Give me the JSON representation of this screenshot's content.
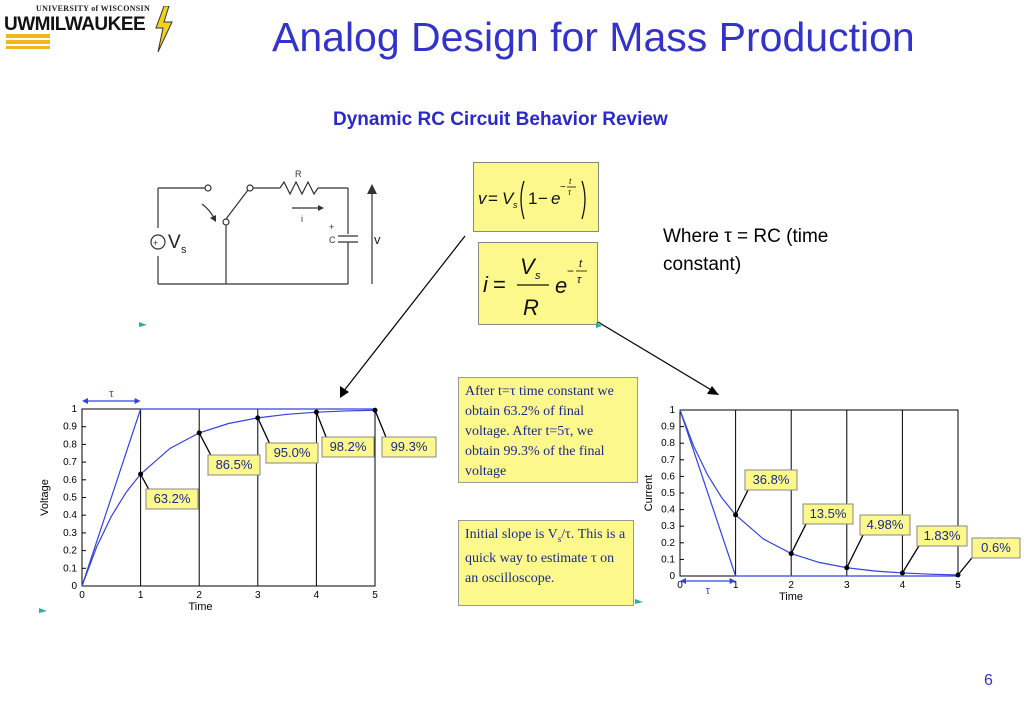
{
  "header": {
    "title": "Analog Design for Mass Production",
    "subtitle": "Dynamic RC Circuit Behavior Review",
    "logo_top": "UNIVERSITY of WISCONSIN",
    "logo_main": "UWMILWAUKEE"
  },
  "circuit": {
    "source_label": "V",
    "source_sub": "s",
    "resistor_label": "R",
    "current_label": "i",
    "cap_plus": "+",
    "cap_label": "C",
    "voltage_label": "v"
  },
  "where_text": "Where τ = RC (time constant)",
  "notes": {
    "time_constant": "After t=τ time constant we obtain 63.2% of final voltage. After t=5τ, we obtain 99.3% of the final voltage",
    "slope_line1": "Initial slope is V",
    "slope_sub": "s",
    "slope_line2": "/τ. This is a quick way to estimate τ on an oscilloscope."
  },
  "voltage_callouts": [
    "63.2%",
    "86.5%",
    "95.0%",
    "98.2%",
    "99.3%"
  ],
  "current_callouts": [
    "36.8%",
    "13.5%",
    "4.98%",
    "1.83%",
    "0.6%"
  ],
  "page_number": "6",
  "chart_data": [
    {
      "type": "line",
      "xlabel": "Time",
      "ylabel": "Voltage",
      "xlim": [
        0,
        5
      ],
      "ylim": [
        0,
        1
      ],
      "x_ticks": [
        "0",
        "1",
        "2",
        "3",
        "4",
        "5"
      ],
      "y_ticks": [
        "0",
        "0.1",
        "0.2",
        "0.3",
        "0.4",
        "0.5",
        "0.6",
        "0.7",
        "0.8",
        "0.9",
        "1"
      ],
      "tau_label": "τ",
      "series": [
        {
          "x": [
            0,
            0.25,
            0.5,
            0.75,
            1,
            1.5,
            2,
            2.5,
            3,
            3.5,
            4,
            4.5,
            5
          ],
          "y": [
            0,
            0.221,
            0.393,
            0.528,
            0.632,
            0.777,
            0.865,
            0.918,
            0.95,
            0.97,
            0.982,
            0.989,
            0.993
          ]
        },
        {
          "x": [
            0,
            1,
            5
          ],
          "y": [
            0,
            1,
            1
          ]
        }
      ],
      "annotations": [
        {
          "x": 1,
          "y": 0.632,
          "text": "63.2%"
        },
        {
          "x": 2,
          "y": 0.865,
          "text": "86.5%"
        },
        {
          "x": 3,
          "y": 0.95,
          "text": "95.0%"
        },
        {
          "x": 4,
          "y": 0.982,
          "text": "98.2%"
        },
        {
          "x": 5,
          "y": 0.993,
          "text": "99.3%"
        }
      ]
    },
    {
      "type": "line",
      "xlabel": "Time",
      "ylabel": "Current",
      "xlim": [
        0,
        5
      ],
      "ylim": [
        0,
        1
      ],
      "x_ticks": [
        "0",
        "1",
        "2",
        "3",
        "4",
        "5"
      ],
      "y_ticks": [
        "0",
        "0.1",
        "0.2",
        "0.3",
        "0.4",
        "0.5",
        "0.6",
        "0.7",
        "0.8",
        "0.9",
        "1"
      ],
      "tau_label": "τ",
      "series": [
        {
          "x": [
            0,
            0.25,
            0.5,
            0.75,
            1,
            1.5,
            2,
            2.5,
            3,
            3.5,
            4,
            4.5,
            5
          ],
          "y": [
            1,
            0.779,
            0.607,
            0.472,
            0.368,
            0.223,
            0.135,
            0.082,
            0.0498,
            0.03,
            0.0183,
            0.011,
            0.006
          ]
        },
        {
          "x": [
            0,
            1,
            5
          ],
          "y": [
            1,
            0,
            0
          ]
        }
      ],
      "annotations": [
        {
          "x": 1,
          "y": 0.368,
          "text": "36.8%"
        },
        {
          "x": 2,
          "y": 0.135,
          "text": "13.5%"
        },
        {
          "x": 3,
          "y": 0.0498,
          "text": "4.98%"
        },
        {
          "x": 4,
          "y": 0.0183,
          "text": "1.83%"
        },
        {
          "x": 5,
          "y": 0.006,
          "text": "0.6%"
        }
      ]
    }
  ]
}
